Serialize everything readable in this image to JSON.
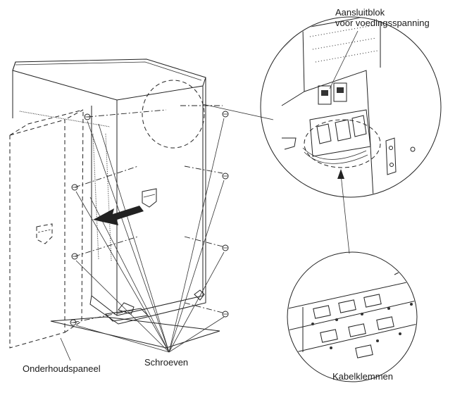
{
  "labels": {
    "terminal_block_line1": "Aansluitblok",
    "terminal_block_line2": "voor voedingsspanning",
    "service_panel": "Onderhoudspaneel",
    "screws": "Schroeven",
    "cable_clamps": "Kabelklemmen"
  },
  "colors": {
    "line": "#222222",
    "background": "#ffffff",
    "arrow": "#222222"
  },
  "icons": [
    "screw-icon",
    "removal-arrow-icon",
    "handle-icon"
  ]
}
